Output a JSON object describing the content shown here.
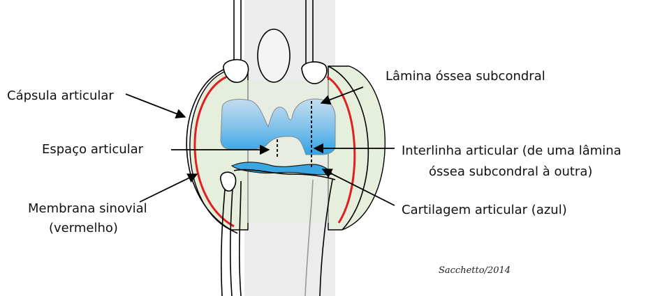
{
  "labels": {
    "capsula": "Cápsula articular",
    "espaco": "Espaço articular",
    "membrana_line1": "Membrana sinovial",
    "membrana_line2": "(vermelho)",
    "lamina": "Lâmina óssea subcondral",
    "interlinha_line1": "Interlinha articular (de uma lâmina",
    "interlinha_line2": "óssea subcondral à outra)",
    "cartilagem": "Cartilagem articular (azul)"
  },
  "signature": "Sacchetto/2014",
  "colors": {
    "capsule_fill": "#e6efdc",
    "synovial_membrane": "#e02020",
    "bone_shaft": "#ececec",
    "subchondral_gradient_top": "#b9d6ea",
    "subchondral_gradient_bottom": "#2ea3e6",
    "cartilage": "#3aa6e2",
    "outline": "#000000"
  }
}
